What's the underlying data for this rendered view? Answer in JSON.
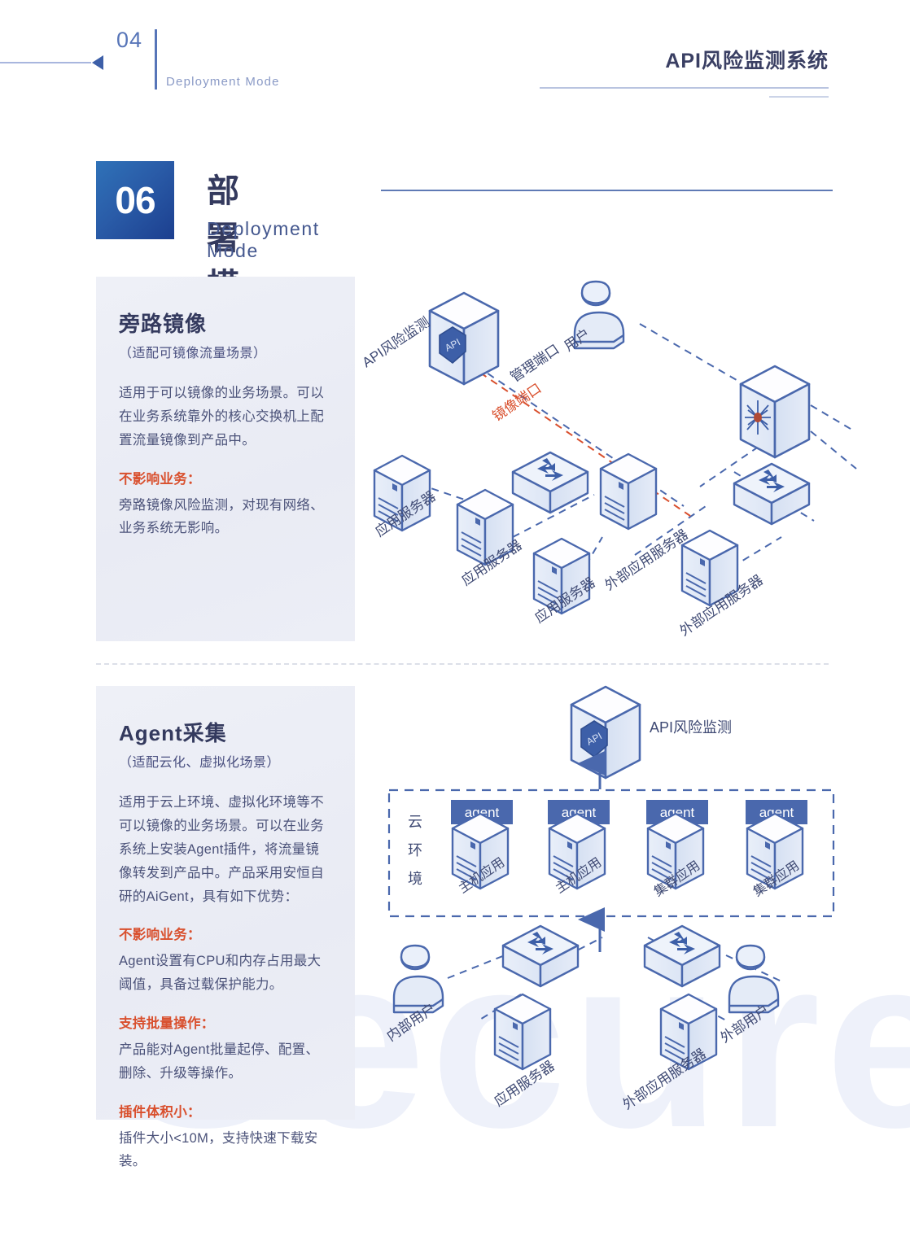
{
  "header": {
    "page_number": "04",
    "page_subtitle": "Deployment Mode",
    "doc_title": "API风险监测系统"
  },
  "section": {
    "number": "06",
    "title_cn": "部署模式",
    "title_en": "Deployment Mode"
  },
  "cards": [
    {
      "title": "旁路镜像",
      "subtitle": "（适配可镜像流量场景）",
      "body": "适用于可以镜像的业务场景。可以在业务系统靠外的核心交换机上配置流量镜像到产品中。",
      "highlights": [
        {
          "label": "不影响业务：",
          "text": "旁路镜像风险监测，对现有网络、业务系统无影响。"
        }
      ]
    },
    {
      "title": "Agent采集",
      "subtitle": "（适配云化、虚拟化场景）",
      "body": "适用于云上环境、虚拟化环境等不可以镜像的业务场景。可以在业务系统上安装Agent插件，将流量镜像转发到产品中。产品采用安恒自研的AiGent，具有如下优势：",
      "highlights": [
        {
          "label": "不影响业务：",
          "text": "Agent设置有CPU和内存占用最大阈值，具备过载保护能力。"
        },
        {
          "label": "支持批量操作：",
          "text": "产品能对Agent批量起停、配置、删除、升级等操作。"
        },
        {
          "label": "插件体积小：",
          "text": "插件大小<10M，支持快速下载安装。"
        }
      ]
    }
  ],
  "diagram_1": {
    "nodes": {
      "api_monitor": "API风险监测",
      "user": "用户",
      "app_server_1": "应用服务器",
      "app_server_2": "应用服务器",
      "app_server_3": "应用服务器",
      "ext_app_server_1": "外部应用服务器",
      "ext_app_server_2": "外部应用服务器"
    },
    "link_labels": {
      "mgmt_port": "管理端口",
      "mirror_port": "镜像端口"
    }
  },
  "diagram_2": {
    "nodes": {
      "api_monitor": "API风险监测",
      "cloud_env": "云环境",
      "internal_user": "内部用户",
      "external_user": "外部用户",
      "app_server": "应用服务器",
      "ext_app_server": "外部应用服务器"
    },
    "agents": [
      {
        "badge": "agent",
        "label": "主机应用"
      },
      {
        "badge": "agent",
        "label": "主机应用"
      },
      {
        "badge": "agent",
        "label": "集群应用"
      },
      {
        "badge": "agent",
        "label": "集群应用"
      }
    ]
  },
  "watermark": {
    "text": "Secure"
  },
  "colors": {
    "brand_blue": "#3d5fa8",
    "deep_navy": "#1c3f8f",
    "accent_red": "#d9502e",
    "line_blue": "#4a68ad",
    "fill_light": "#dde5f4",
    "fill_lighter": "#eef2fa",
    "card_bg": "#eceef6",
    "text_dark": "#343a5e",
    "text_body": "#4b5279"
  }
}
